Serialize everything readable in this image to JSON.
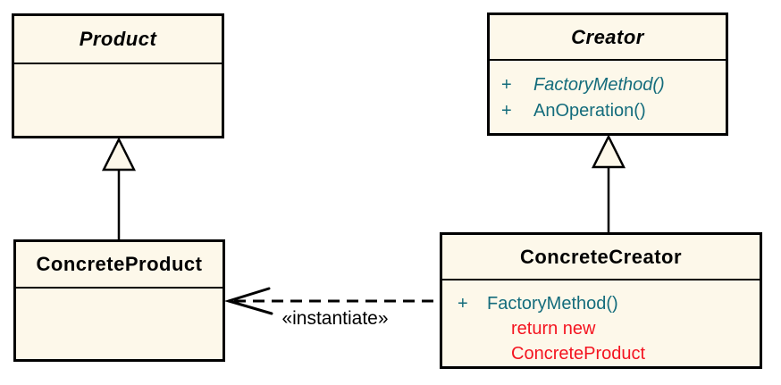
{
  "colors": {
    "background": "#FFFFFF",
    "class_fill": "#FDF8EA",
    "border": "#000000",
    "method_text_teal": "#146C7C",
    "pseudocode_red": "#F41420",
    "title_text": "#000000"
  },
  "classes": {
    "product": {
      "name": "Product"
    },
    "creator": {
      "name": "Creator",
      "methods": [
        {
          "visibility": "+",
          "signature": "FactoryMethod()"
        },
        {
          "visibility": "+",
          "signature": "AnOperation()"
        }
      ]
    },
    "concrete_product": {
      "name": "ConcreteProduct"
    },
    "concrete_creator": {
      "name": "ConcreteCreator",
      "methods": [
        {
          "visibility": "+",
          "signature": "FactoryMethod()"
        }
      ],
      "pseudocode": [
        "return new",
        "ConcreteProduct"
      ]
    }
  },
  "relationships": {
    "instantiate_label": "«instantiate»"
  }
}
